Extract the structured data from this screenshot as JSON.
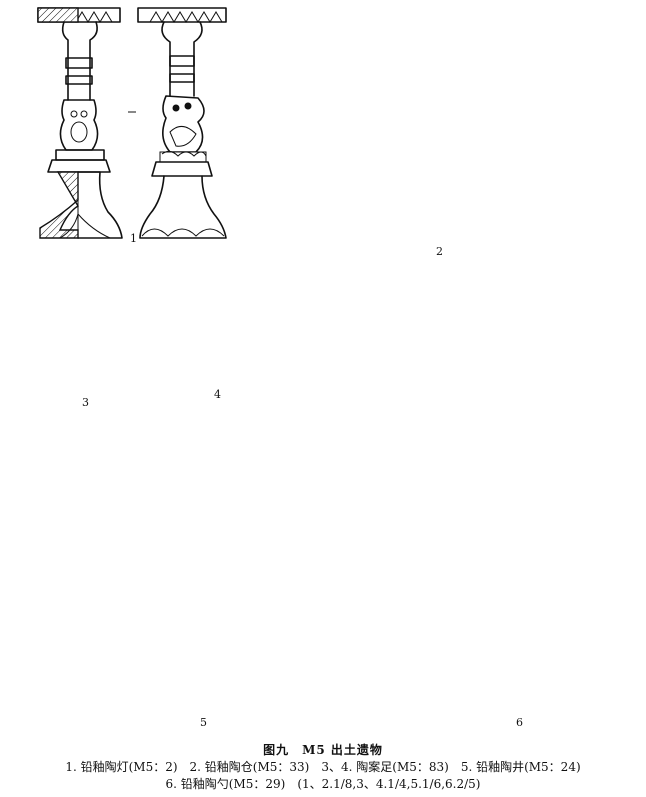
{
  "figure": {
    "labels": {
      "lamp": "1",
      "granary": "2",
      "table_leg_a": "3",
      "table_leg_b": "4",
      "well": "5",
      "ladle": "6"
    }
  },
  "caption": {
    "title": "图九　M5 出土遗物",
    "line1": "1. 铅釉陶灯(M5：2)　2. 铅釉陶仓(M5：33)　3、4. 陶案足(M5：83)　5. 铅釉陶井(M5：24)",
    "line2": "6. 铅釉陶勺(M5：29)　(1、2.1/8,3、4.1/4,5.1/6,6.2/5)"
  }
}
